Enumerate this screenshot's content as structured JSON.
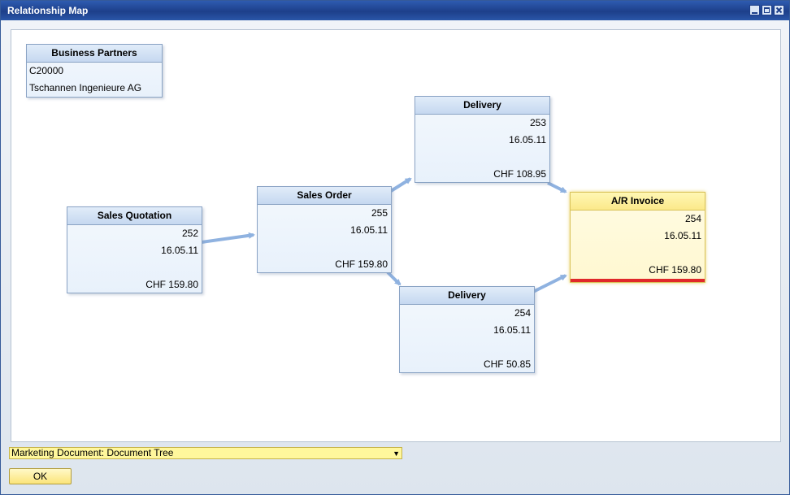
{
  "window": {
    "title": "Relationship Map"
  },
  "nodes": {
    "business_partners": {
      "header": "Business Partners",
      "code": "C20000",
      "name": "Tschannen Ingenieure AG"
    },
    "sales_quotation": {
      "header": "Sales Quotation",
      "number": "252",
      "date": "16.05.11",
      "amount": "CHF 159.80"
    },
    "sales_order": {
      "header": "Sales Order",
      "number": "255",
      "date": "16.05.11",
      "amount": "CHF 159.80"
    },
    "delivery_top": {
      "header": "Delivery",
      "number": "253",
      "date": "16.05.11",
      "amount": "CHF 108.95"
    },
    "delivery_bottom": {
      "header": "Delivery",
      "number": "254",
      "date": "16.05.11",
      "amount": "CHF 50.85"
    },
    "ar_invoice": {
      "header": "A/R Invoice",
      "number": "254",
      "date": "16.05.11",
      "amount": "CHF 159.80"
    }
  },
  "footer": {
    "selector_value": "Marketing Document: Document Tree",
    "ok_label": "OK"
  },
  "colors": {
    "highlight": "#fbe98a",
    "alert_bar": "#e0282a",
    "arrow": "#8fb2e0"
  },
  "icons": [
    "minimize-icon",
    "maximize-icon",
    "close-icon",
    "dropdown-arrow-icon"
  ]
}
